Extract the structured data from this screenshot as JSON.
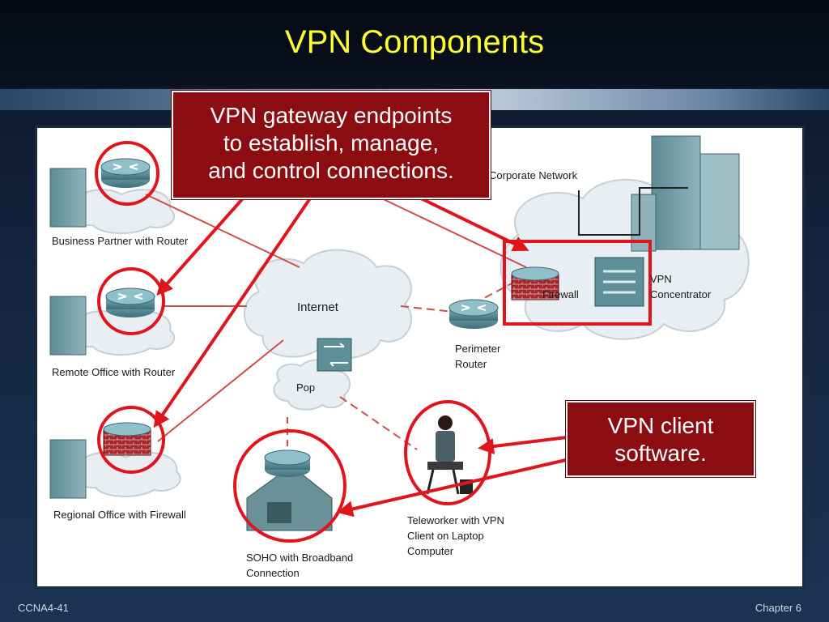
{
  "slide": {
    "title": "VPN Components",
    "footer_left": "CCNA4-41",
    "footer_right": "Chapter 6"
  },
  "callouts": {
    "gateway": [
      "VPN gateway endpoints",
      "to establish, manage,",
      "and control connections."
    ],
    "client": [
      "VPN client",
      "software."
    ]
  },
  "labels": {
    "business_partner": "Business Partner with Router",
    "remote_office": "Remote Office with Router",
    "regional_office": "Regional Office with Firewall",
    "internet": "Internet",
    "pop": "Pop",
    "corporate_network": "Corporate Network",
    "firewall": "Firewall",
    "vpn_concentrator": [
      "VPN",
      "Concentrator"
    ],
    "perimeter_router": [
      "Perimeter",
      "Router"
    ],
    "soho": [
      "SOHO with Broadband",
      "Connection"
    ],
    "teleworker": [
      "Teleworker with VPN",
      "Client on Laptop",
      "Computer"
    ]
  },
  "colors": {
    "callout_fill": "#8b0d12",
    "title_text": "#ffff33",
    "highlight": "#e0141b",
    "device": "#4f8590",
    "cloud": "#e9eef2"
  }
}
